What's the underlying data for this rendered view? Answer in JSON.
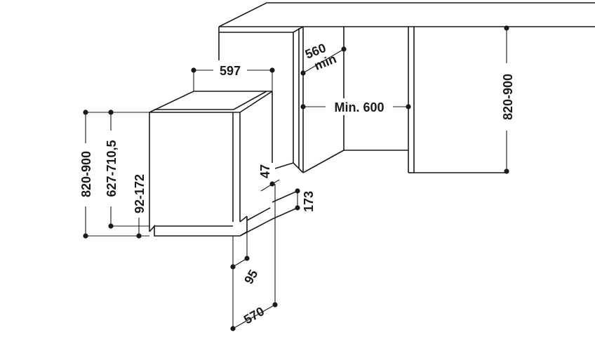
{
  "diagram": {
    "dimensions": {
      "appliance_width": "597",
      "niche_depth": "560",
      "niche_depth_min": "min",
      "niche_width": "Min. 600",
      "niche_height": "820-900",
      "left_height": "820-900",
      "appliance_height": "627-710,5",
      "plinth_height": "92-172",
      "door_gap": "47",
      "bottom_gap": "173",
      "toe_kick": "95",
      "total_depth": "570"
    }
  }
}
